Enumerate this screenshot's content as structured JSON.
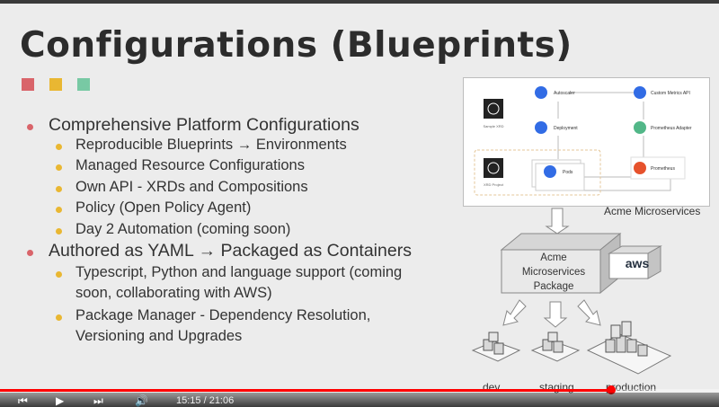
{
  "slide": {
    "title": "Configurations (Blueprints)",
    "accent_colors": [
      "#d9646a",
      "#e9b732",
      "#78c9a4"
    ],
    "bullets": [
      {
        "text": "Comprehensive Platform Configurations",
        "level": 1
      },
      {
        "text": "Reproducible Blueprints → Environments",
        "level": 2
      },
      {
        "text": "Managed Resource Configurations",
        "level": 2
      },
      {
        "text": "Own API - XRDs and Compositions",
        "level": 2
      },
      {
        "text": "Policy (Open Policy Agent)",
        "level": 2
      },
      {
        "text": "Day 2 Automation (coming soon)",
        "level": 2
      },
      {
        "text": "Authored as YAML → Packaged as Containers",
        "level": 1
      },
      {
        "text": "Typescript, Python and language support (coming",
        "level": 2
      },
      {
        "text": "soon, collaborating with AWS)",
        "level": 0
      },
      {
        "text": "Package Manager - Dependency Resolution,",
        "level": 2
      },
      {
        "text": "Versioning and Upgrades",
        "level": 0
      }
    ]
  },
  "diagram": {
    "caption": "Acme Microservices",
    "nodes": {
      "autoscaler": "Autoscaler",
      "custom_metrics": "Custom Metrics API",
      "deployment": "Deployment",
      "prometheus_adapter": "Prometheus Adapter",
      "pods": "Pods",
      "prometheus": "Prometheus",
      "left_top": "Sample XRD",
      "left_bottom": "XRD Project"
    }
  },
  "package": {
    "lines": [
      "Acme",
      "Microservices",
      "Package"
    ],
    "logo": "aws"
  },
  "environments": [
    "dev",
    "staging",
    "production"
  ],
  "player": {
    "progress_percent": 85,
    "time": "15:15 / 21:06",
    "progress_color": "#ff0000"
  }
}
